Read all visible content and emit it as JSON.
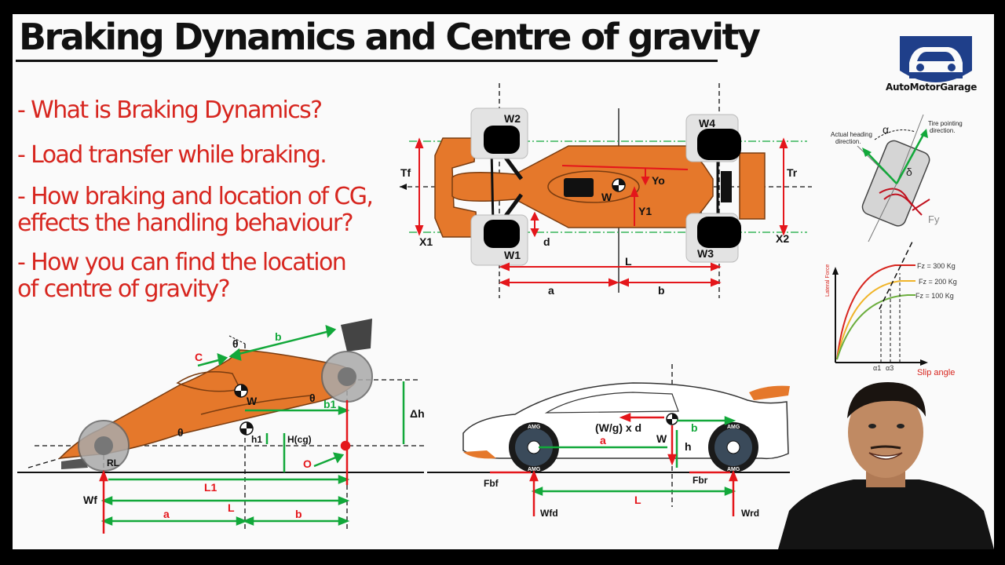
{
  "title": "Braking Dynamics and Centre of gravity",
  "bullets": [
    "- What is Braking Dynamics?",
    "- Load transfer while braking.",
    "- How braking and location of CG,",
    "effects the handling behaviour?",
    "- How you can find the location",
    "of centre of gravity?"
  ],
  "logo": {
    "text": "AutoMotorGarage",
    "icon": "car-logo-icon"
  },
  "top_view": {
    "wheels": [
      "W2",
      "W4",
      "W1",
      "W3"
    ],
    "labels": {
      "tf": "Tf",
      "tr": "Tr",
      "x1": "X1",
      "x2": "X2",
      "yo": "Yo",
      "y1": "Y1",
      "w": "W",
      "d": "d",
      "L": "L",
      "a": "a",
      "b": "b"
    }
  },
  "tire_diagram": {
    "alpha": "α",
    "delta": "δ",
    "heading": [
      "Actual heading",
      "direction."
    ],
    "pointing": [
      "Tire pointing",
      "direction."
    ],
    "fy": "Fy"
  },
  "force_chart": {
    "ylabel": "Lateral Force",
    "xlabel": "Slip angle",
    "series": [
      "Fz = 300 Kg",
      "Fz = 200 Kg",
      "Fz = 100 Kg"
    ],
    "ticks": [
      "α1",
      "α3"
    ],
    "colors": [
      "#d7261f",
      "#f0b429",
      "#6cae3e"
    ]
  },
  "side_view": {
    "labels": {
      "theta_top": "θ",
      "b_top": "b",
      "c": "C",
      "w": "W",
      "b1": "b1",
      "theta_mid": "θ",
      "theta_low": "θ",
      "delta_h": "Δh",
      "h1": "h1",
      "hcg": "H(cg)",
      "o": "O",
      "rl": "RL",
      "wf": "Wf",
      "L1": "L1",
      "a": "a",
      "L": "L",
      "b": "b"
    }
  },
  "road_car": {
    "labels": {
      "wg": "(W/g) x d",
      "b": "b",
      "a": "a",
      "w": "W",
      "h": "h",
      "fbf": "Fbf",
      "fbr": "Fbr",
      "wfd": "Wfd",
      "wrd": "Wrd",
      "L": "L",
      "amg": "AMG"
    }
  },
  "colors": {
    "orange": "#e5782b",
    "red": "#e4161b",
    "green": "#12a83a",
    "ink": "#111111",
    "title_red": "#d7261f"
  }
}
